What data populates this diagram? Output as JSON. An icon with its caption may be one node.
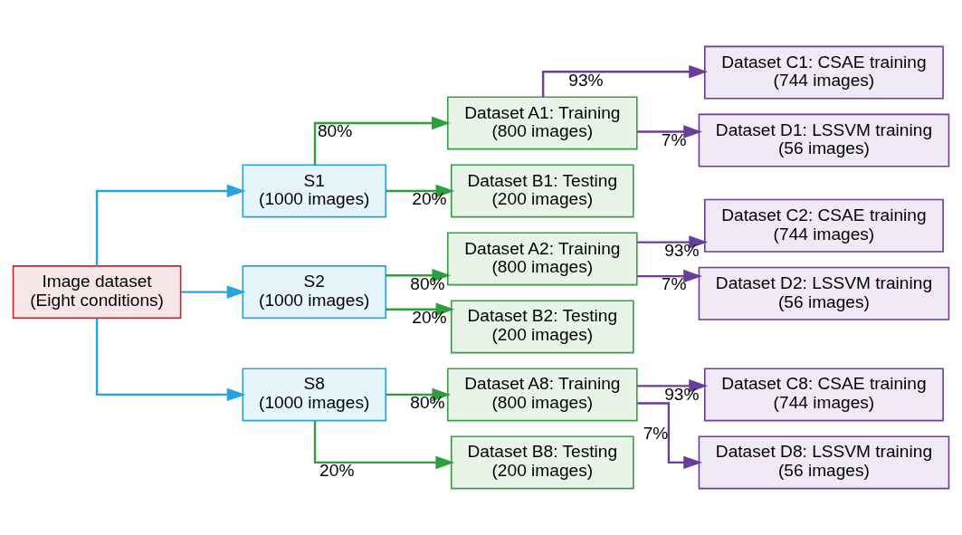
{
  "diagram": {
    "nodes": [
      {
        "text": [
          "Image dataset",
          "(Eight conditions)"
        ]
      },
      {
        "text": [
          "S1",
          "(1000 images)"
        ]
      },
      {
        "text": [
          "Dataset A1: Training",
          "(800 images)"
        ]
      },
      {
        "text": [
          "Dataset B1: Testing",
          "(200 images)"
        ]
      },
      {
        "text": [
          "Dataset C1: CSAE training",
          "(744 images)"
        ]
      },
      {
        "text": [
          "Dataset D1: LSSVM training",
          "(56 images)"
        ]
      },
      {
        "text": [
          "S2",
          "(1000 images)"
        ]
      },
      {
        "text": [
          "Dataset A2: Training",
          "(800 images)"
        ]
      },
      {
        "text": [
          "Dataset B2: Testing",
          "(200 images)"
        ]
      },
      {
        "text": [
          "Dataset C2: CSAE training",
          "(744 images)"
        ]
      },
      {
        "text": [
          "Dataset D2: LSSVM training",
          "(56 images)"
        ]
      },
      {
        "text": [
          "S8",
          "(1000 images)"
        ]
      },
      {
        "text": [
          "Dataset A8: Training",
          "(800 images)"
        ]
      },
      {
        "text": [
          "Dataset B8: Testing",
          "(200 images)"
        ]
      },
      {
        "text": [
          "Dataset C8: CSAE training",
          "(744 images)"
        ]
      },
      {
        "text": [
          "Dataset D8: LSSVM training",
          "(56 images)"
        ]
      }
    ],
    "edges": [
      {
        "from": 0,
        "to": 1,
        "arrow": "to",
        "color": "#29a3e0"
      },
      {
        "from": 0,
        "to": 6,
        "arrow": "to",
        "color": "#29a3e0"
      },
      {
        "from": 0,
        "to": 11,
        "arrow": "to",
        "color": "#29a3e0"
      },
      {
        "from": 1,
        "to": 2,
        "arrow": "to",
        "label": "80%",
        "color": "#2e9e3e"
      },
      {
        "from": 1,
        "to": 3,
        "arrow": "to",
        "label": "20%",
        "color": "#2e9e3e"
      },
      {
        "from": 2,
        "to": 4,
        "arrow": "to",
        "label": "93%",
        "color": "#6a3d9a"
      },
      {
        "from": 2,
        "to": 5,
        "arrow": "to",
        "label": "7%",
        "color": "#6a3d9a"
      },
      {
        "from": 6,
        "to": 7,
        "arrow": "to",
        "label": "80%",
        "color": "#2e9e3e"
      },
      {
        "from": 6,
        "to": 8,
        "arrow": "to",
        "label": "20%",
        "color": "#2e9e3e"
      },
      {
        "from": 7,
        "to": 9,
        "arrow": "to",
        "label": "93%",
        "color": "#6a3d9a"
      },
      {
        "from": 7,
        "to": 10,
        "arrow": "to",
        "label": "7%",
        "color": "#6a3d9a"
      },
      {
        "from": 11,
        "to": 12,
        "arrow": "to",
        "label": "80%",
        "color": "#2e9e3e"
      },
      {
        "from": 11,
        "to": 13,
        "arrow": "to",
        "label": "20%",
        "color": "#2e9e3e"
      },
      {
        "from": 12,
        "to": 14,
        "arrow": "to",
        "label": "93%",
        "color": "#6a3d9a"
      },
      {
        "from": 12,
        "to": 15,
        "arrow": "to",
        "label": "7%",
        "color": "#6a3d9a"
      }
    ]
  }
}
